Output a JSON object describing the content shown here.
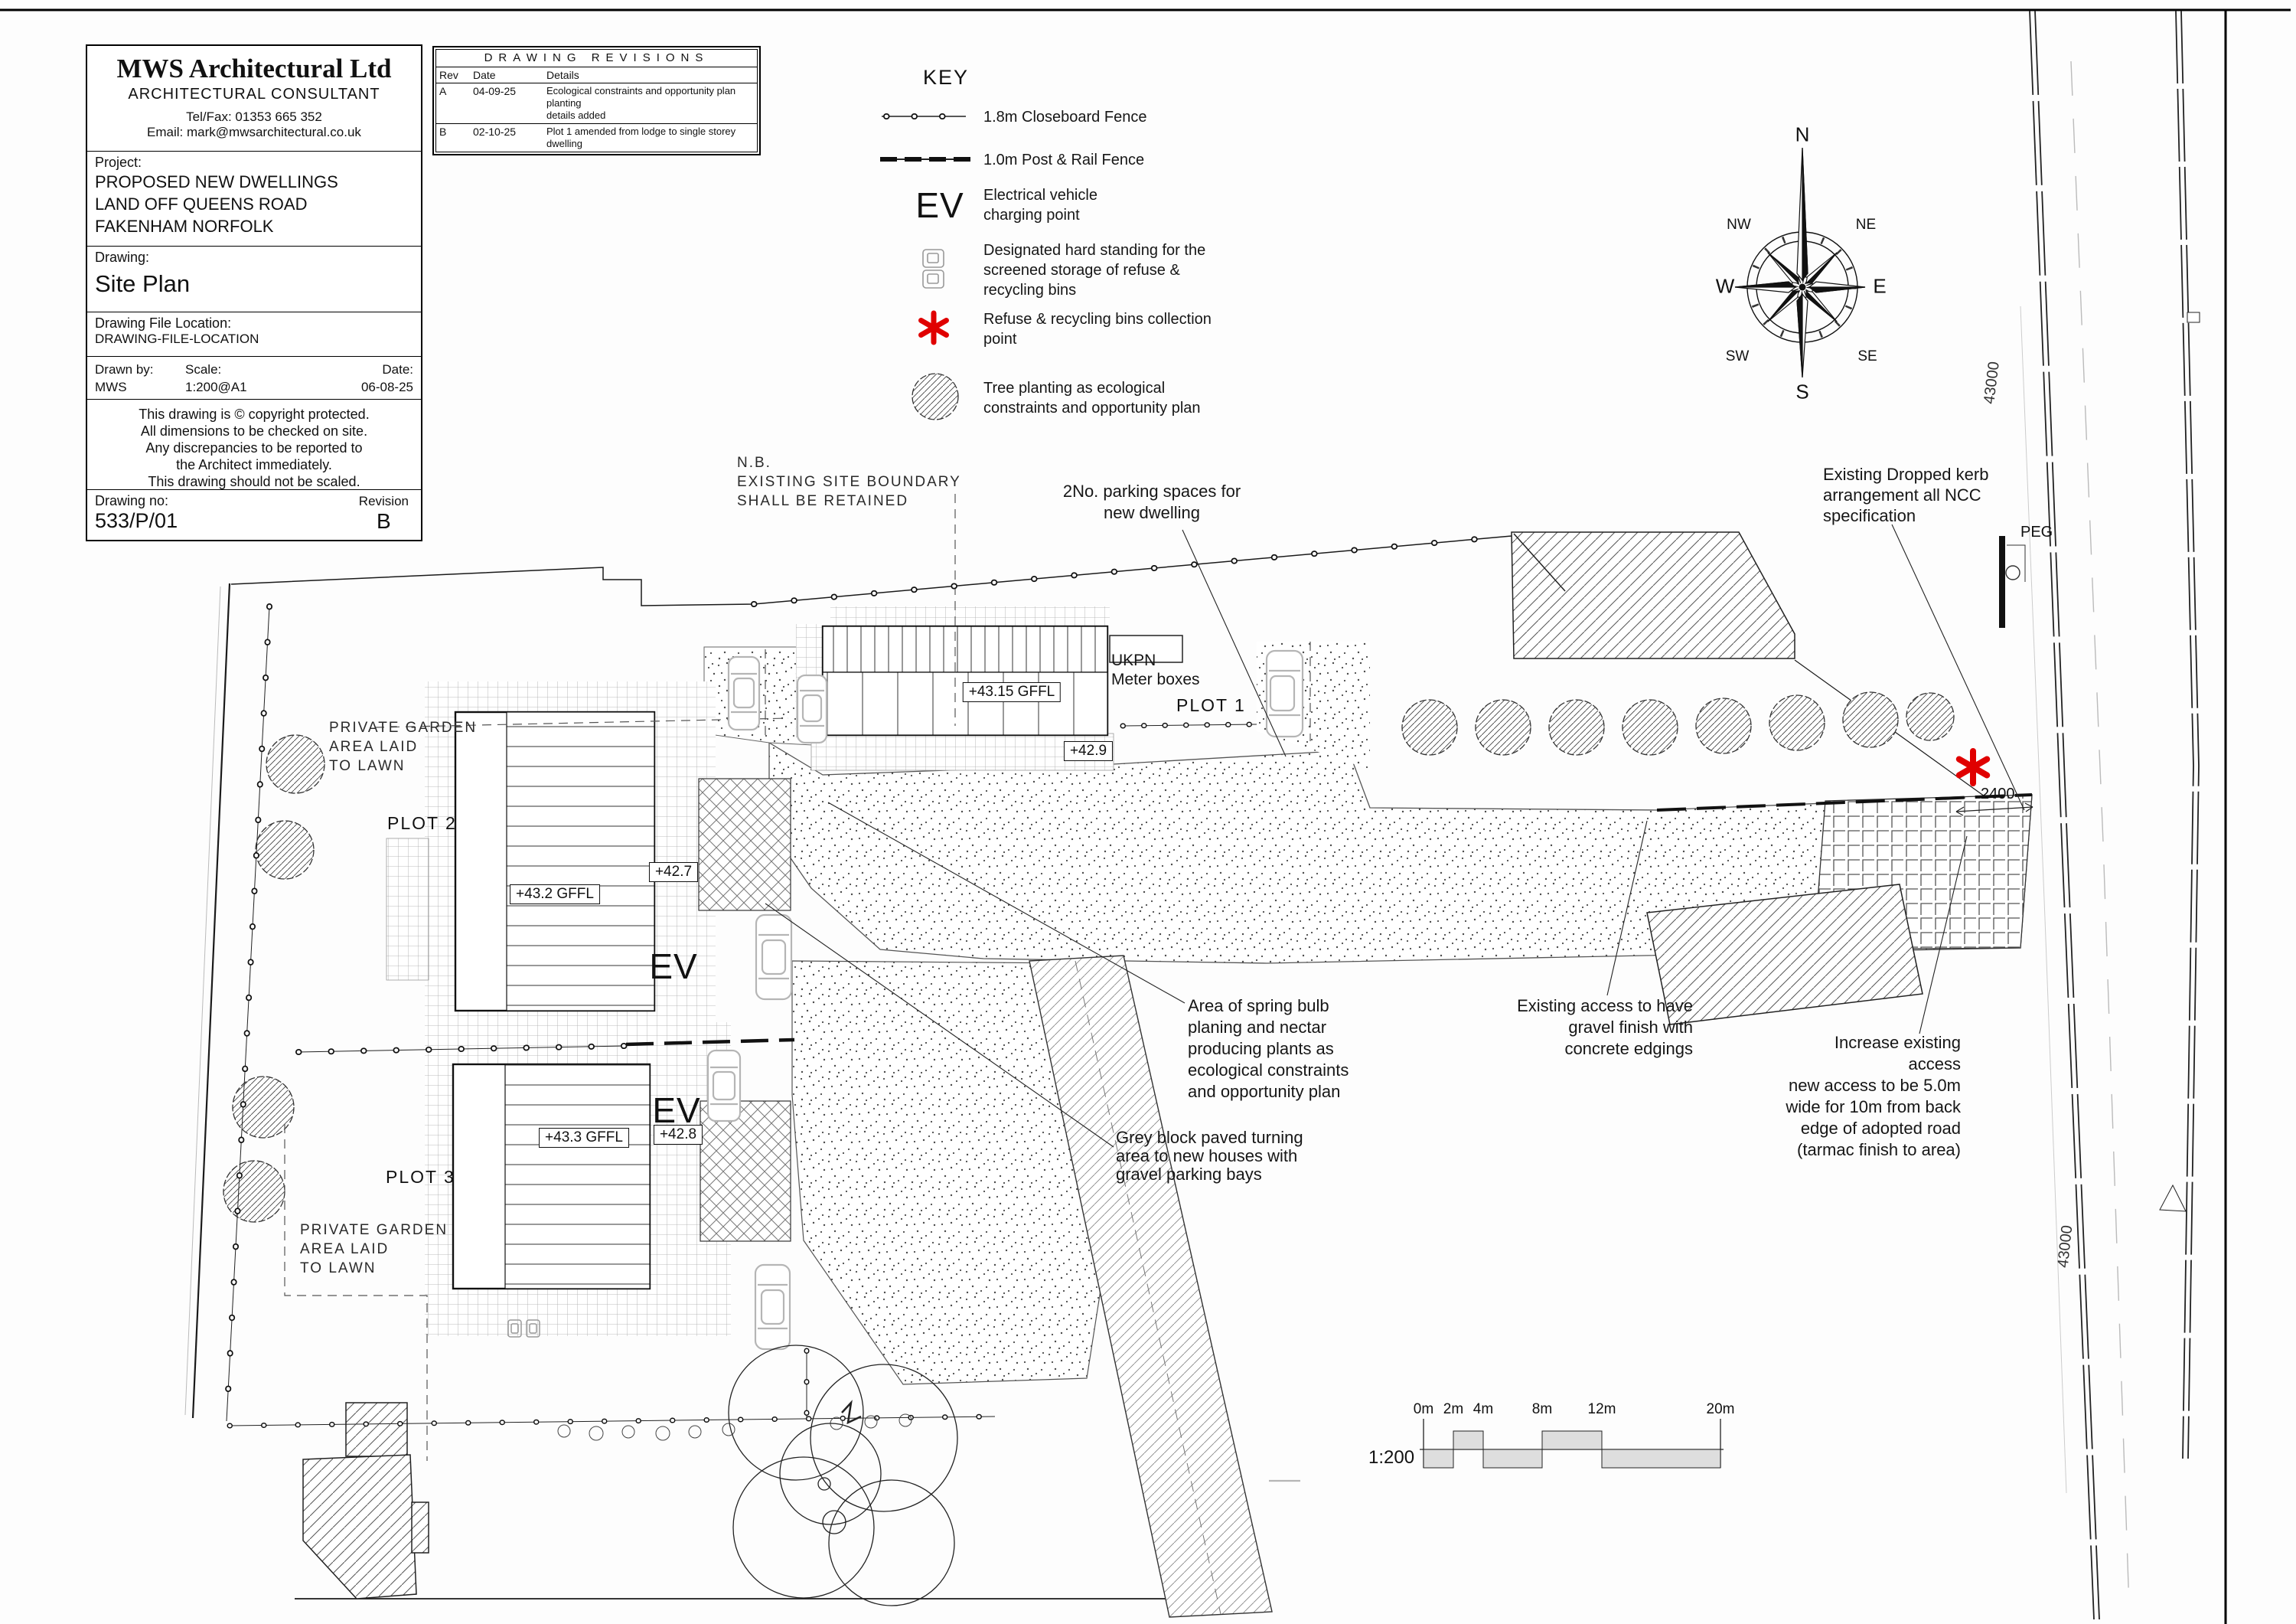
{
  "colors": {
    "asterisk_red": "#e00000",
    "line_black": "#1a1a1a",
    "car_gray": "#b5b5b5",
    "bar_gray": "#dedede"
  },
  "title_block": {
    "company": "MWS Architectural Ltd",
    "role": "ARCHITECTURAL CONSULTANT",
    "tel": "Tel/Fax: 01353 665 352",
    "email": "Email: mark@mwsarchitectural.co.uk",
    "project_label": "Project:",
    "project": "PROPOSED NEW DWELLINGS\nLAND OFF QUEENS ROAD\nFAKENHAM NORFOLK",
    "drawing_label": "Drawing:",
    "drawing_name": "Site Plan",
    "file_location_label": "Drawing File Location:",
    "file_location": "DRAWING-FILE-LOCATION",
    "drawn_by_label": "Drawn by:",
    "drawn_by": "MWS",
    "scale_label": "Scale:",
    "scale": "1:200@A1",
    "date_label": "Date:",
    "date": "06-08-25",
    "notice": "This drawing is © copyright protected.\nAll dimensions to be checked on site.\nAny discrepancies to be reported to\nthe Architect immediately.\nThis drawing should not be scaled.",
    "drawing_no_label": "Drawing no:",
    "drawing_no": "533/P/01",
    "revision_label": "Revision",
    "revision": "B"
  },
  "revisions": {
    "title": "DRAWING REVISIONS",
    "headers": [
      "Rev",
      "Date",
      "Details"
    ],
    "rows": [
      {
        "rev": "A",
        "date": "04-09-25",
        "details": "Ecological constraints and opportunity plan planting\ndetails added"
      },
      {
        "rev": "B",
        "date": "02-10-25",
        "details": "Plot 1 amended from lodge to single storey dwelling"
      }
    ]
  },
  "key": {
    "title": "KEY",
    "ev_symbol_text": "EV",
    "items": [
      {
        "symbol": "closeboard-fence",
        "label": "1.8m Closeboard Fence"
      },
      {
        "symbol": "post-rail-fence",
        "label": "1.0m Post & Rail Fence"
      },
      {
        "symbol": "ev-charging-point",
        "label": "Electrical vehicle\ncharging point"
      },
      {
        "symbol": "bin-store",
        "label": "Designated hard standing for the\nscreened storage of refuse &\nrecycling bins"
      },
      {
        "symbol": "collection-point",
        "label": "Refuse & recycling bins collection\npoint"
      },
      {
        "symbol": "tree-planting",
        "label": "Tree planting as ecological\nconstraints and opportunity plan"
      }
    ]
  },
  "compass": {
    "n": "N",
    "ne": "NE",
    "e": "E",
    "se": "SE",
    "s": "S",
    "sw": "SW",
    "w": "W",
    "nw": "NW"
  },
  "plan": {
    "plots": {
      "plot1": "PLOT 1",
      "plot2": "PLOT 2",
      "plot3": "PLOT 3"
    },
    "levels": {
      "gffl1": "+43.15 GFFL",
      "gffl2": "+43.2 GFFL",
      "gffl3": "+43.3 GFFL",
      "l429": "+42.9",
      "l427": "+42.7",
      "l428": "+42.8"
    },
    "ev_label": "EV",
    "notes": {
      "nb": "N.B.\nEXISTING  SITE  BOUNDARY\nSHALL  BE  RETAINED",
      "parking": "2No. parking spaces for\nnew dwelling",
      "ukpn": "UKPN\nMeter boxes",
      "dropped_kerb": "Existing Dropped kerb\narrangement all NCC\nspecification",
      "spring_bulb": "Area of spring bulb\nplaning and nectar\nproducing plants as\necological constraints\nand opportunity plan",
      "existing_access": "Existing access to have\ngravel finish with\nconcrete edgings",
      "block_paved": "Grey block paved turning\narea to new houses with\ngravel parking bays",
      "increase_access": "Increase existing access\nnew access to be 5.0m\nwide for 10m from back\nedge of adopted road\n(tarmac finish to area)",
      "private_garden": "PRIVATE  GARDEN\nAREA  LAID\nTO  LAWN",
      "peg": "PEG",
      "dim_2400": "2400",
      "road_dim": "43000"
    },
    "scale_bar": {
      "scale": "1:200",
      "ticks": [
        "0m",
        "2m",
        "4m",
        "8m",
        "12m",
        "20m"
      ]
    }
  }
}
